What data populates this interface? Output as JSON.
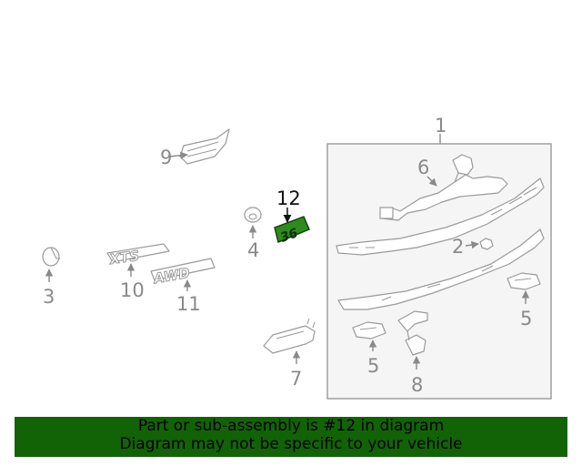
{
  "diagram": {
    "callouts": {
      "c1": "1",
      "c2": "2",
      "c3": "3",
      "c4": "4",
      "c5a": "5",
      "c5b": "5",
      "c6": "6",
      "c7": "7",
      "c8": "8",
      "c9": "9",
      "c10": "10",
      "c11": "11",
      "c12": "12"
    },
    "emblems": {
      "xts": "XTS",
      "awd": "AWD",
      "v8": "36"
    },
    "highlight_color": "#2e8b1e",
    "line_color": "#9a9a9a"
  },
  "banner": {
    "line1": "Part or sub-assembly is #12 in diagram",
    "line2": "Diagram may not be specific to your vehicle",
    "background": "#126306"
  }
}
